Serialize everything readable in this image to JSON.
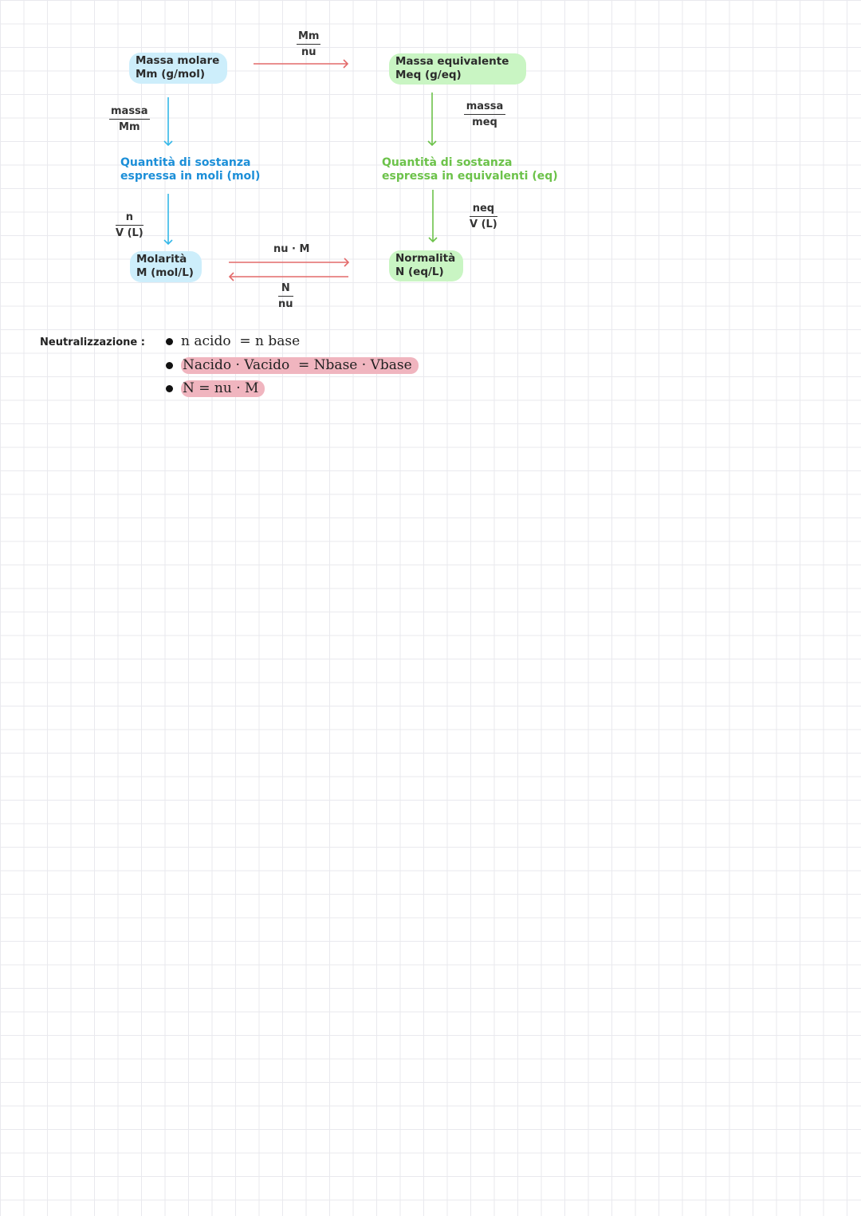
{
  "nodes": {
    "massa_molare": {
      "line1": "Massa molare",
      "line2": "Mm (g/mol)"
    },
    "massa_equivalente": {
      "line1": "Massa equivalente",
      "line2": "Meq (g/eq)"
    },
    "molarita": {
      "line1": "Molarità",
      "line2": "M (mol/L)"
    },
    "normalita": {
      "line1": "Normalità",
      "line2": "N (eq/L)"
    }
  },
  "quantities": {
    "moli": {
      "line1": "Quantità di sostanza",
      "line2": "espressa in moli (mol)"
    },
    "equivalenti": {
      "line1": "Quantità di sostanza",
      "line2": "espressa in equivalenti (eq)"
    }
  },
  "fractions": {
    "massa_mm": {
      "num": "massa",
      "den": "Mm"
    },
    "n_v": {
      "num": "n",
      "den": "V (L)"
    },
    "mm_nu": {
      "num": "Mm",
      "den": "nu"
    },
    "massa_meq": {
      "num": "massa",
      "den": "meq"
    },
    "neq_v": {
      "num": "neq",
      "den": "V (L)"
    },
    "n_nu": {
      "num": "N",
      "den": "nu"
    }
  },
  "labels": {
    "nu_m": "nu · M"
  },
  "neutralizzazione": {
    "title": "Neutralizzazione :",
    "eq1": "n acido  = n base",
    "eq2": "Nacido · Vacido  = Nbase · Vbase",
    "eq3": "N = nu · M"
  },
  "colors": {
    "blue": "#1c8fd8",
    "arrow_blue": "#35b8e8",
    "green": "#6cc24a",
    "red": "#e36a6a"
  }
}
